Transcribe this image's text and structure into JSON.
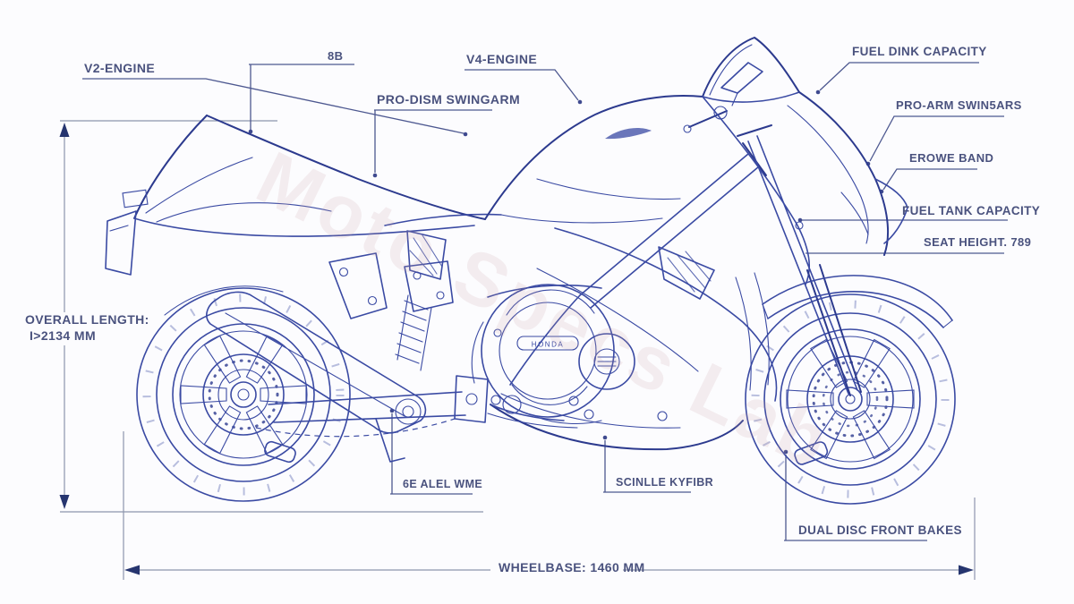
{
  "page": {
    "background": "#fcfcfe"
  },
  "diagram": {
    "subject": "sport motorcycle technical blueprint, side view with callouts",
    "watermark": "Moto Specs Lab",
    "engine_badge": "HONDA",
    "colors": {
      "line": "#3a4aa3",
      "line_dark": "#2c3a8e",
      "label_text": "#4a527e",
      "dimension_line": "#8d96ad",
      "arrow": "#26356f",
      "watermark": "#c9a2a8",
      "background": "#fcfcfe"
    },
    "callouts": {
      "v2_engine": "V2-ENGINE",
      "label_8b": "8B",
      "v4_engine": "V4-ENGINE",
      "pro_dism_swingarm": "PRO-DISM SWINGARM",
      "fuel_dink_capacity": "FUEL DINK CAPACITY",
      "pro_arm_swingars": "PRO-ARM SWIN5ARS",
      "erowe_band": "EROWE BAND",
      "fuel_tank_capacity": "FUEL TANK CAPACITY",
      "seat_height": "SEAT HEIGHT. 789",
      "axle_note": "6E ALEL WME",
      "silencer_note": "SCINLLE KYFIBR",
      "dual_disc_front_brakes": "DUAL DISC FRONT BAKES"
    },
    "dimensions": {
      "overall_length_line1": "OVERALL LENGTH:",
      "overall_length_line2": "I>2134 MM",
      "wheelbase": "WHEELBASE: 1460 MM"
    }
  }
}
